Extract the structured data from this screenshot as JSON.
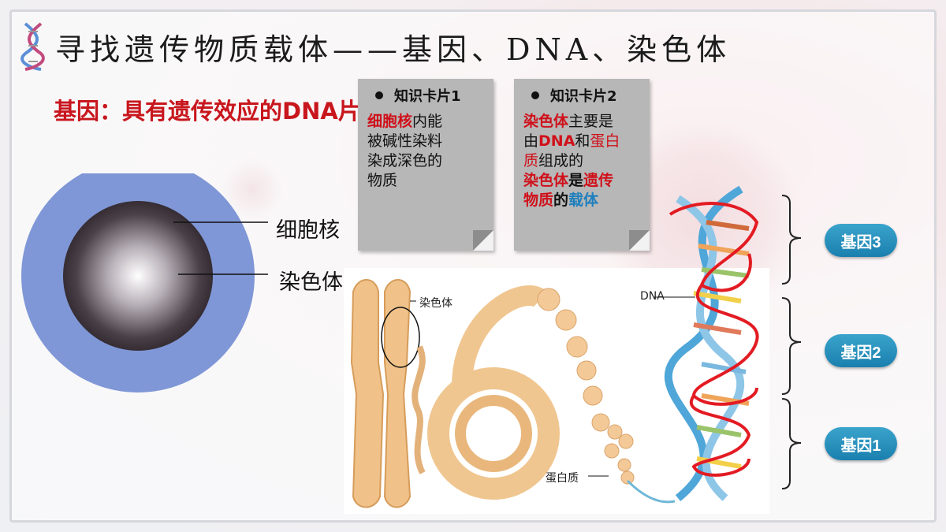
{
  "header": {
    "title": "寻找遗传物质载体——基因、DNA、染色体"
  },
  "subtitle": "基因：具有遗传效应的DNA片段",
  "card1": {
    "heading": "知识卡片1",
    "line_red": "细胞核",
    "line1_rest": "内能",
    "line2": "被碱性染料",
    "line3": "染成深色的",
    "line4": "物质"
  },
  "card2": {
    "heading": "知识卡片2",
    "l1_red": "染色体",
    "l1_rest": "主要是",
    "l2_a": "由",
    "l2_dna": "DNA",
    "l2_b": "和",
    "l2_red": "蛋白",
    "l3_red": "质",
    "l3_rest": "组成的",
    "l4_red1": "染色体",
    "l4_mid": "是",
    "l4_red2": "遗传",
    "l5_red": "物质",
    "l5_mid": "的",
    "l5_blue": "载体"
  },
  "cell": {
    "nucleus_label": "细胞核",
    "chromosome_label": "染色体"
  },
  "illustration": {
    "chromosome_label": "染色体",
    "protein_label": "蛋白质",
    "dna_label": "DNA"
  },
  "genes": [
    "基因3",
    "基因2",
    "基因1"
  ],
  "colors": {
    "accent_red": "#c8161d",
    "gene_button": "#1a7fae",
    "cell_outer": "#7f97d6"
  }
}
